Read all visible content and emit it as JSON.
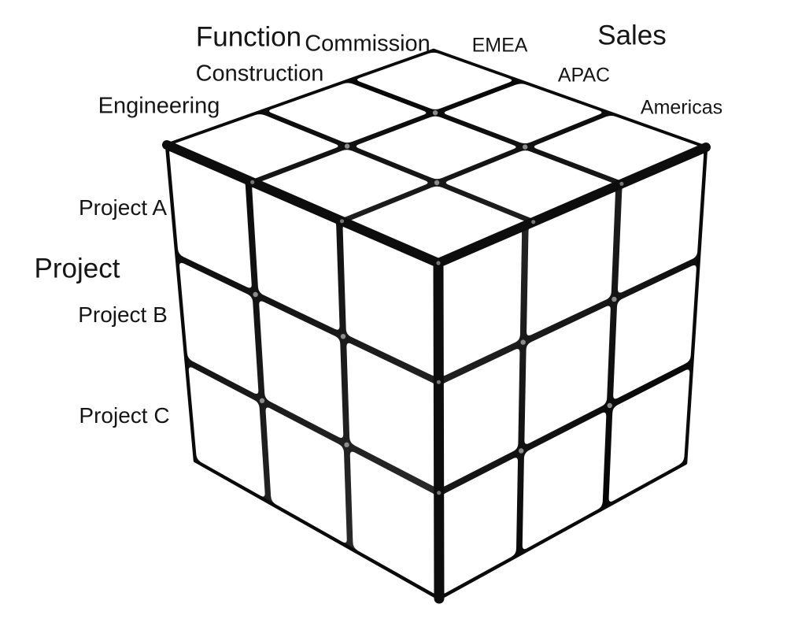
{
  "diagram": {
    "type": "3d-data-cube",
    "colors": {
      "background": "#ffffff",
      "line": "#0a0a0a",
      "tile": "#ffffff",
      "text": "#151515",
      "intersection_dot": "#8c8c8c"
    },
    "grid": {
      "rows": 3,
      "columns": 3,
      "layers": 3
    },
    "axes": {
      "function": {
        "title": "Function",
        "labels": [
          "Engineering",
          "Construction",
          "Commission"
        ]
      },
      "sales": {
        "title": "Sales",
        "labels": [
          "EMEA",
          "APAC",
          "Americas"
        ]
      },
      "project": {
        "title": "Project",
        "labels": [
          "Project A",
          "Project B",
          "Project C"
        ]
      }
    }
  }
}
